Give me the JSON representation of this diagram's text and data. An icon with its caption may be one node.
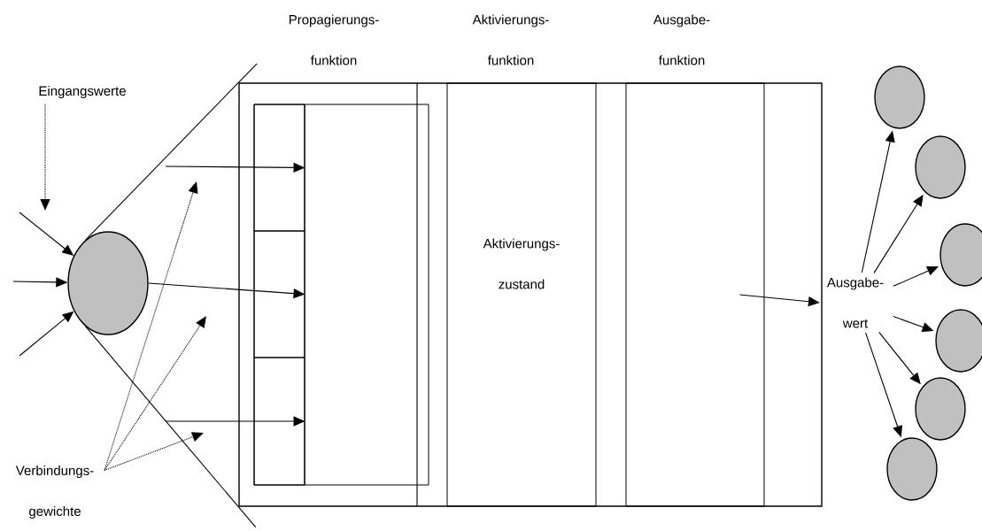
{
  "diagram": {
    "nodes": [
      {
        "text": [],
        "shape": "circle"
      },
      {
        "text": [
          "Eingangswerte"
        ]
      },
      {
        "text": [
          "Verbindungs- gewichte"
        ]
      },
      {
        "text": [],
        "shape": "box"
      },
      {
        "text": [
          "Propagierungs- funktion"
        ],
        "in": 3
      },
      {
        "text": [],
        "shape": "box",
        "in": 4
      },
      {
        "text": [],
        "shape": "box",
        "in": 4
      },
      {
        "text": [],
        "shape": "box",
        "in": 4
      },
      {
        "text": [
          "Aktivierungs- funktion",
          "Aktivierungs- zustand"
        ],
        "in": 3
      },
      {
        "text": [
          "Ausgabe- funktion"
        ],
        "in": 3
      },
      {
        "text": [
          "Ausgabe- wert"
        ]
      },
      {
        "text": [],
        "shape": "circle"
      },
      {
        "text": [],
        "shape": "circle"
      },
      {
        "text": [],
        "shape": "circle"
      },
      {
        "text": [],
        "shape": "circle"
      },
      {
        "text": [],
        "shape": "circle"
      },
      {
        "text": [],
        "shape": "circle"
      }
    ],
    "edges": [
      {
        "from": null,
        "to": 0,
        "arrow": "to"
      },
      {
        "from": null,
        "to": 0,
        "arrow": "to"
      },
      {
        "from": null,
        "to": 0,
        "arrow": "to"
      },
      {
        "from": 1,
        "to": null,
        "arrow": "to",
        "style": "dashed"
      },
      {
        "from": null,
        "to": 5,
        "arrow": "to"
      },
      {
        "from": 0,
        "to": 6,
        "arrow": "to"
      },
      {
        "from": null,
        "to": 7,
        "arrow": "to"
      },
      {
        "from": 2,
        "to": null,
        "arrow": "to",
        "style": "dashed"
      },
      {
        "from": 2,
        "to": null,
        "arrow": "to",
        "style": "dashed"
      },
      {
        "from": 2,
        "to": null,
        "arrow": "to",
        "style": "dashed"
      },
      {
        "from": 0,
        "to": 3,
        "arrow": "none"
      },
      {
        "from": 0,
        "to": 3,
        "arrow": "none"
      },
      {
        "from": 9,
        "to": 10,
        "arrow": "to"
      },
      {
        "from": 10,
        "to": 11,
        "arrow": "to"
      },
      {
        "from": 10,
        "to": 12,
        "arrow": "to"
      },
      {
        "from": 10,
        "to": 13,
        "arrow": "to"
      },
      {
        "from": 10,
        "to": 14,
        "arrow": "to"
      },
      {
        "from": 10,
        "to": 15,
        "arrow": "to"
      },
      {
        "from": 10,
        "to": 16,
        "arrow": "to"
      }
    ]
  }
}
